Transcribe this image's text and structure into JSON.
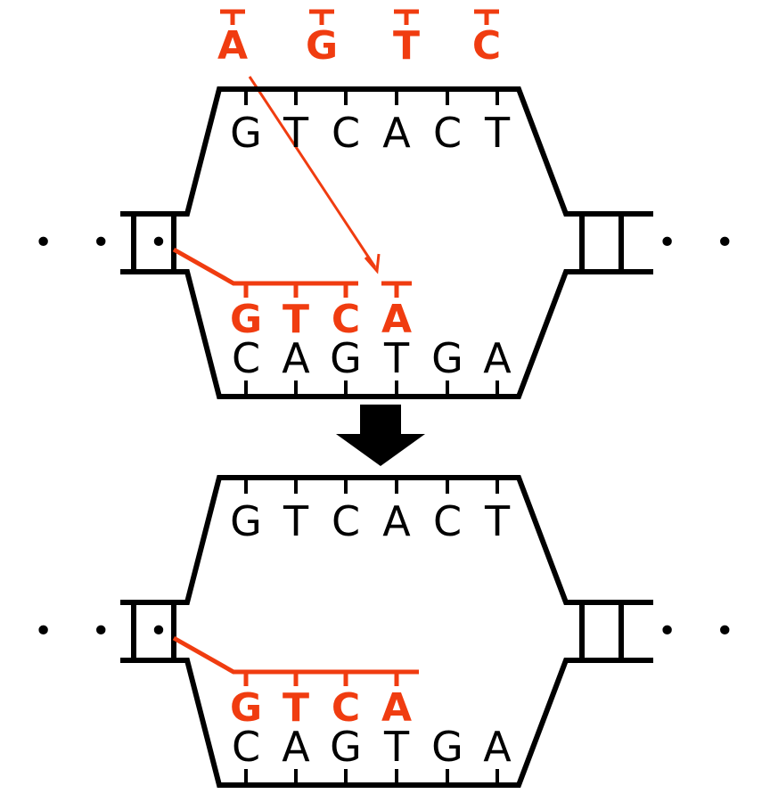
{
  "colors": {
    "dna": "#000000",
    "new_strand": "#f03c10",
    "background": "#ffffff"
  },
  "continuation_dots": "• • •",
  "free_nucleotides": [
    "A",
    "G",
    "T",
    "C"
  ],
  "before": {
    "template_top": [
      "G",
      "T",
      "C",
      "A",
      "C",
      "T"
    ],
    "new_strand": [
      "G",
      "T",
      "C",
      "A"
    ],
    "template_bottom": [
      "C",
      "A",
      "G",
      "T",
      "G",
      "A"
    ]
  },
  "transition_icon": "down-arrow-icon",
  "after": {
    "template_top": [
      "G",
      "T",
      "C",
      "A",
      "C",
      "T"
    ],
    "new_strand": [
      "G",
      "T",
      "C",
      "A"
    ],
    "template_bottom": [
      "C",
      "A",
      "G",
      "T",
      "G",
      "A"
    ]
  }
}
